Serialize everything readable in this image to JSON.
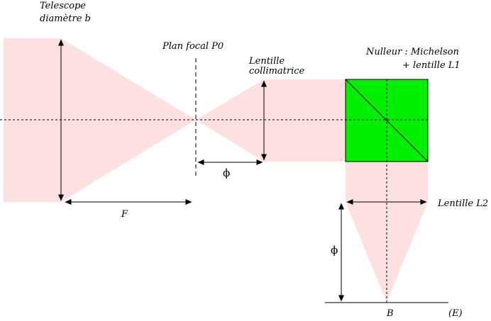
{
  "labels": {
    "telescope_line1": "Telescope",
    "telescope_line2": "diamètre b",
    "focal_plane": "Plan focal P0",
    "collimator_line1": "Lentille",
    "collimator_line2": "collimatrice",
    "nuller_line1": "Nulleur : Michelson",
    "nuller_line2": "+ lentille L1",
    "lens_l2": "Lentille L2",
    "focal_length": "F",
    "phi_top": "ϕ",
    "phi_left": "ϕ",
    "point_b": "B",
    "screen_e": "(E)"
  },
  "colors": {
    "beam": "#ffe0e0",
    "beam_combiner": "#00f000",
    "ink": "#000000"
  }
}
